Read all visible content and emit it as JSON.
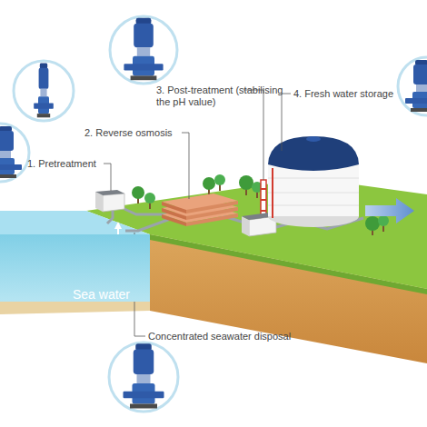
{
  "diagram": {
    "nodes": [
      {
        "text": [
          "Sea water"
        ]
      }
    ],
    "labels": [
      "1. Pretreatment",
      "2. Reverse osmosis",
      "3. Post-treatment (stabilising the pH value)",
      "4. Fresh water storage",
      "Concentrated seawater disposal"
    ]
  }
}
